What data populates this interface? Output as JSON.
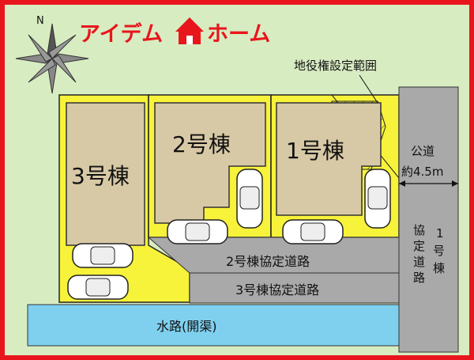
{
  "logo": {
    "text_left": "アイデム",
    "text_right": "ホーム",
    "color": "#e8161c"
  },
  "compass": {
    "north": "N"
  },
  "labels": {
    "right_of_way_area": "地役権設定範囲",
    "building_1": "1号棟",
    "building_2": "2号棟",
    "building_3": "3号棟",
    "road_2_agreement": "2号棟協定道路",
    "road_3_agreement": "3号棟協定道路",
    "road_1_agreement_chars": [
      "協",
      "定",
      "道",
      "路"
    ],
    "building_1_vertical_chars": [
      "1",
      "号",
      "棟"
    ],
    "public_road": "公道",
    "public_road_width": "約4.5m",
    "waterway": "水路(開渠)"
  },
  "colors": {
    "frame": "#e8161c",
    "grass": "#d8ecc2",
    "lot": "#f7f23a",
    "house": "#d8c9a6",
    "road": "#a9a9a9",
    "water": "#7fd0ef"
  },
  "icons": [
    "compass-rose-icon",
    "house-logo-icon",
    "car-icon"
  ]
}
